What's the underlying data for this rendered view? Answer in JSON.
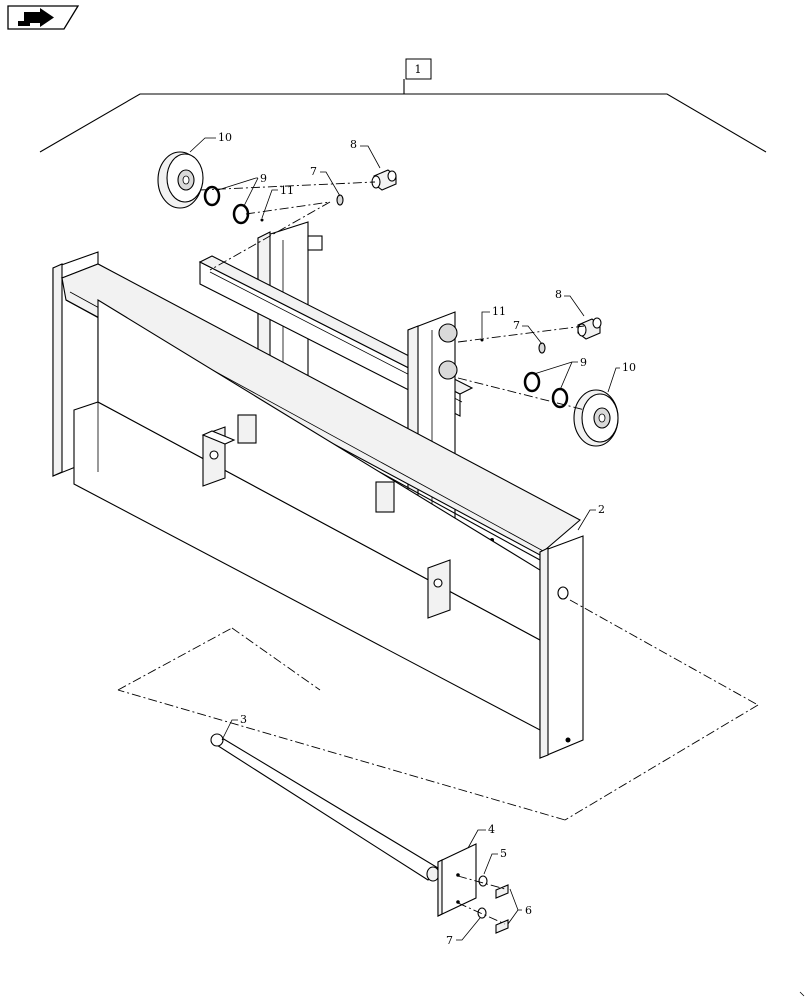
{
  "toolbar": {
    "back_icon": "back-arrow-icon"
  },
  "assembly_ref": "1",
  "callouts": {
    "c2": "2",
    "c3": "3",
    "c4": "4",
    "c5": "5",
    "c6": "6",
    "c7_top": "7",
    "c7_right": "7",
    "c7_bottom": "7",
    "c8_top": "8",
    "c8_right": "8",
    "c9_top": "9",
    "c9_right": "9",
    "c10_top": "10",
    "c10_right": "10",
    "c11_top": "11",
    "c11_right": "11"
  }
}
